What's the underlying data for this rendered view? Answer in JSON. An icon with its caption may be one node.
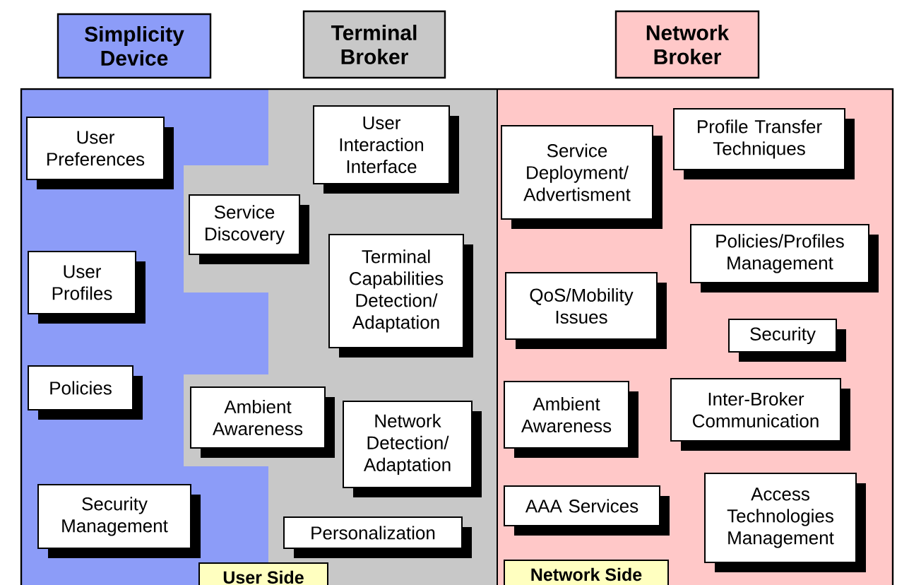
{
  "diagram": {
    "nodes": [
      {
        "text": [
          "Simplicity Device"
        ]
      },
      {
        "text": [
          "Terminal Broker"
        ]
      },
      {
        "text": [
          "Network Broker"
        ]
      },
      {
        "text": [
          "User Preferences"
        ]
      },
      {
        "text": [
          "User Interaction Interface"
        ]
      },
      {
        "text": [
          "Service Discovery"
        ]
      },
      {
        "text": [
          "User Profiles"
        ]
      },
      {
        "text": [
          "Terminal Capabilities Detection/ Adaptation"
        ]
      },
      {
        "text": [
          "Policies"
        ]
      },
      {
        "text": [
          "Ambient Awareness"
        ]
      },
      {
        "text": [
          "Network Detection/ Adaptation"
        ]
      },
      {
        "text": [
          "Security Management"
        ]
      },
      {
        "text": [
          "Personalization"
        ]
      },
      {
        "text": [
          "User Side"
        ]
      },
      {
        "text": [
          "Profile Transfer Techniques"
        ]
      },
      {
        "text": [
          "Service Deployment/ Advertisment"
        ]
      },
      {
        "text": [
          "Policies/Profiles Management"
        ]
      },
      {
        "text": [
          "QoS/Mobility Issues"
        ]
      },
      {
        "text": [
          "Security"
        ]
      },
      {
        "text": [
          "Ambient Awareness"
        ]
      },
      {
        "text": [
          "Inter-Broker Communication"
        ]
      },
      {
        "text": [
          "AAA Services"
        ]
      },
      {
        "text": [
          "Access Technologies Management"
        ]
      },
      {
        "text": [
          "Network Side"
        ]
      }
    ]
  }
}
